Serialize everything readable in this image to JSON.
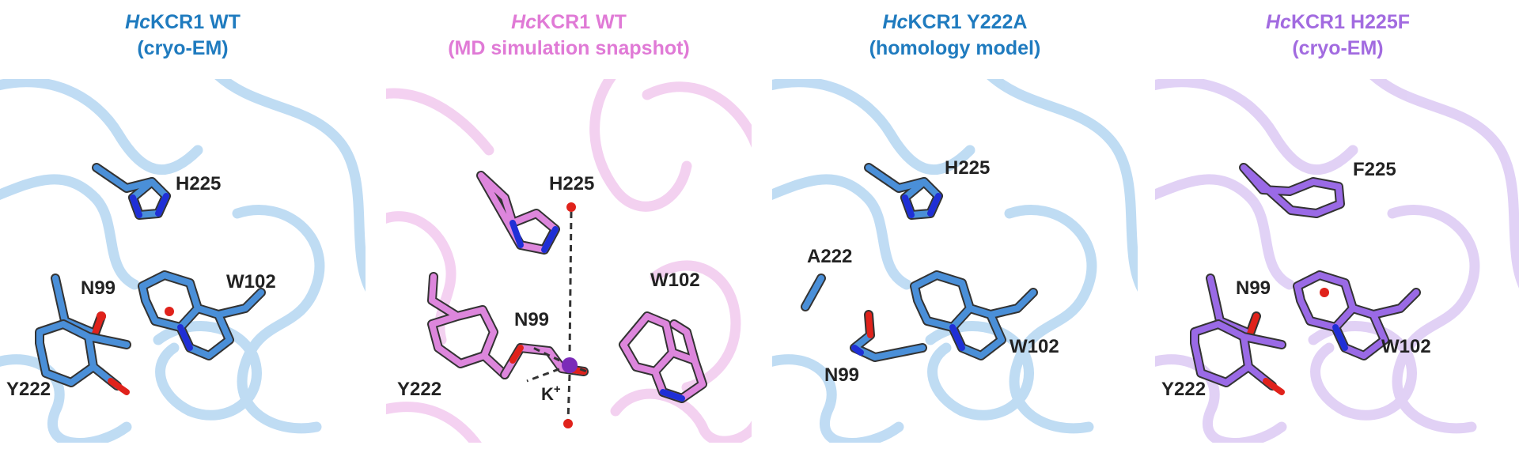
{
  "colors": {
    "wt_blue": "#1f7bbf",
    "md_pink": "#e07ad6",
    "h225f_purple": "#a26be0",
    "stick_blue": "#4a8fd8",
    "stick_pink": "#dd86dc",
    "stick_purple": "#9a6ae6",
    "nitrogen": "#1f2fd6",
    "oxygen": "#e0221b",
    "potassium": "#7b2bb8"
  },
  "panels": [
    {
      "title_italic": "Hc",
      "title_rest": "KCR1 WT",
      "subtitle": "(cryo-EM)",
      "labels": {
        "h": "H225",
        "n": "N99",
        "w": "W102",
        "y": "Y222"
      }
    },
    {
      "title_italic": "Hc",
      "title_rest": "KCR1 WT",
      "subtitle": "(MD simulation snapshot)",
      "labels": {
        "h": "H225",
        "n": "N99",
        "w": "W102",
        "y": "Y222",
        "k": "K",
        "k_sup": "+"
      }
    },
    {
      "title_italic": "Hc",
      "title_rest": "KCR1 Y222A",
      "subtitle": "(homology model)",
      "labels": {
        "h": "H225",
        "a": "A222",
        "n": "N99",
        "w": "W102"
      }
    },
    {
      "title_italic": "Hc",
      "title_rest": "KCR1 H225F",
      "subtitle": "(cryo-EM)",
      "labels": {
        "f": "F225",
        "n": "N99",
        "w": "W102",
        "y": "Y222"
      }
    }
  ]
}
